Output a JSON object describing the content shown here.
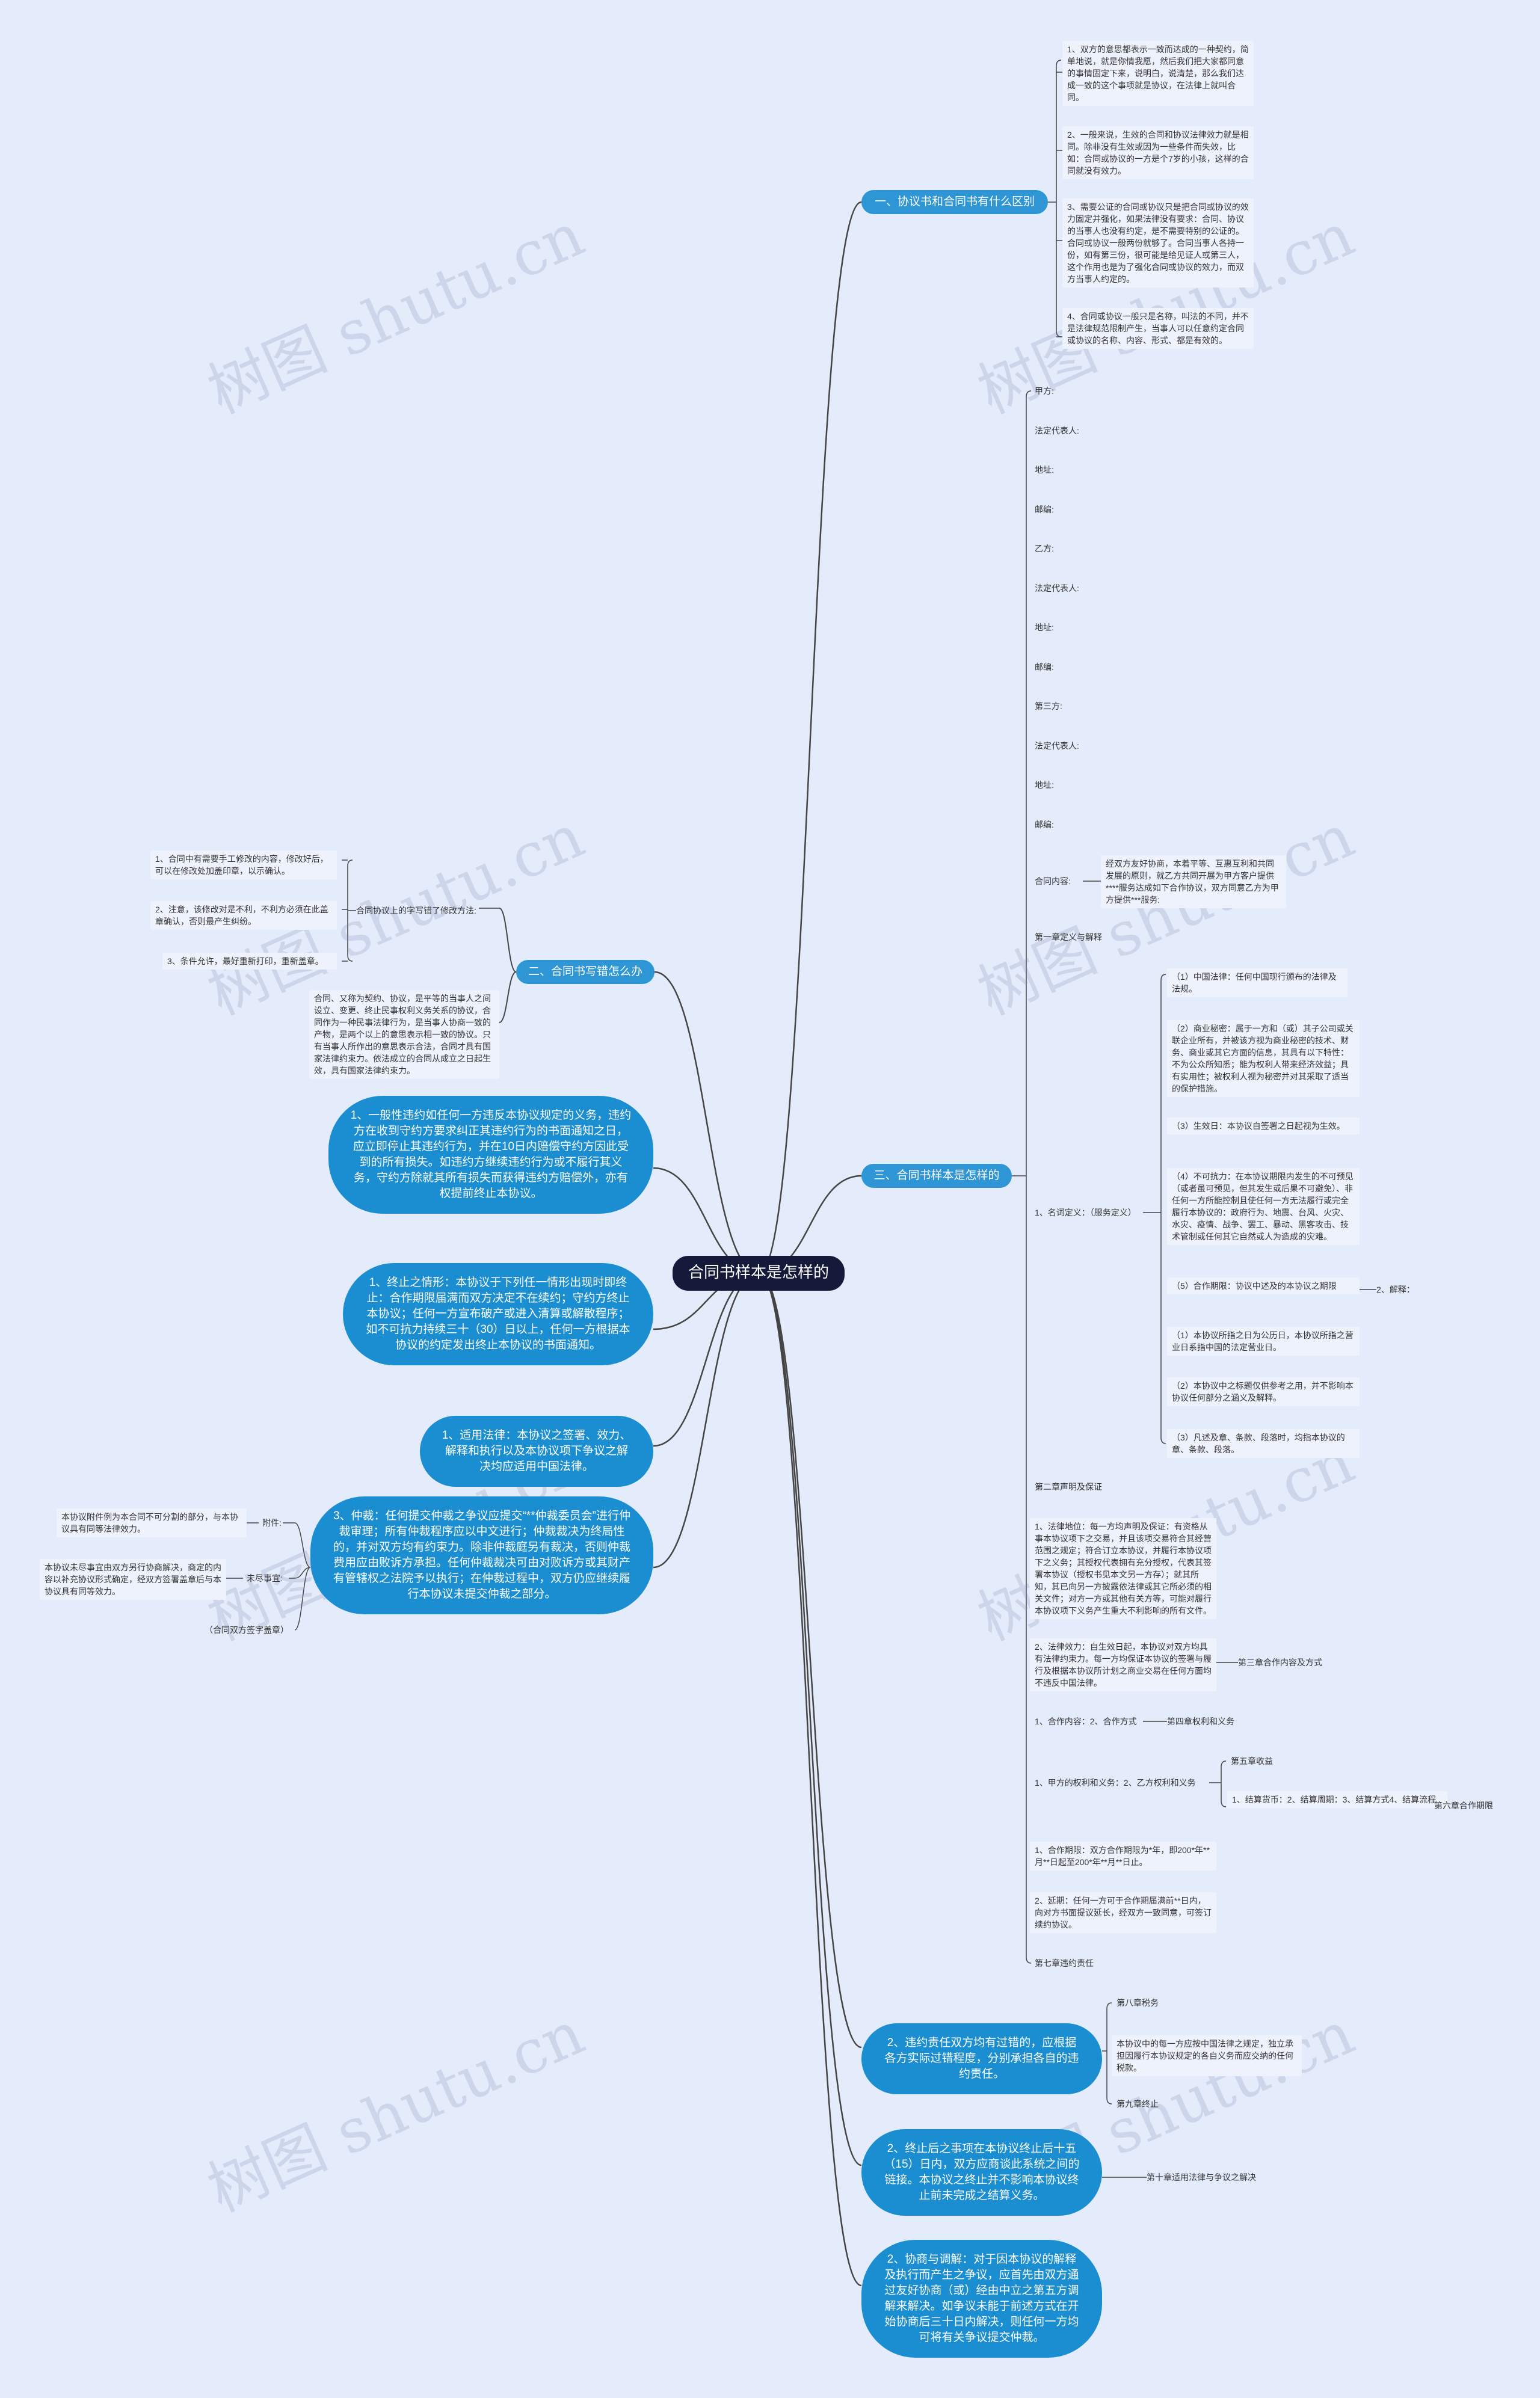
{
  "root": "合同书样本是怎样的",
  "watermark": "树图 shutu.cn",
  "colors": {
    "background": "#e4ebfb",
    "root": "#161a3a",
    "branch": "#2e96d4",
    "line": "#444444"
  },
  "branches": {
    "b1": {
      "title": "一、协议书和合同书有什么区别",
      "items": [
        "1、双方的意思都表示一致而达成的一种契约，简单地说，就是你情我愿，然后我们把大家都同意的事情固定下来，说明白，说清楚，那么我们达成一致的这个事项就是协议，在法律上就叫合同。",
        "2、一般来说，生效的合同和协议法律效力就是相同。除非没有生效或因为一些条件而失效，比如：合同或协议的一方是个7岁的小孩，这样的合同就没有效力。",
        "3、需要公证的合同或协议只是把合同或协议的效力固定并强化，如果法律没有要求：合同、协议的当事人也没有约定，是不需要特别的公证的。合同或协议一般两份就够了。合同当事人各持一份，如有第三份，很可能是给见证人或第三人，这个作用也是为了强化合同或协议的效力，而双方当事人约定的。",
        "4、合同或协议一般只是名称，叫法的不同，并不是法律规范限制产生，当事人可以任意约定合同或协议的名称、内容、形式、都是有效的。"
      ]
    },
    "b2": {
      "title": "二、合同书写错怎么办",
      "sub": "合同协议上的字写错了修改方法:",
      "items": [
        "1、合同中有需要手工修改的内容，修改好后，可以在修改处加盖印章，以示确认。",
        "2、注意，该修改对是不利，不利方必须在此盖章确认，否则最产生纠纷。",
        "3、条件允许，最好重新打印，重新盖章。"
      ],
      "note": "合同、又称为契约、协议，是平等的当事人之间设立、变更、终止民事权利义务关系的协议，合同作为一种民事法律行为，是当事人协商一致的产物，是两个以上的意思表示相一致的协议。只有当事人所作出的意思表示合法，合同才具有国家法律约束力。依法成立的合同从成立之日起生效，具有国家法律约束力。"
    },
    "b3": {
      "title": "三、合同书样本是怎样的",
      "fields": [
        "甲方:",
        "法定代表人:",
        "地址:",
        "邮编:",
        "乙方:",
        "法定代表人:",
        "地址:",
        "邮编:",
        "第三方:",
        "法定代表人:",
        "地址:",
        "邮编:"
      ],
      "content_label": "合同内容:",
      "content_text": "经双方友好协商，本着平等、互惠互利和共同发展的原则，就乙方共同开展为甲方客户提供****服务达成如下合作协议，双方同意乙方为甲方提供***服务:",
      "ch1": "第一章定义与解释",
      "def_label": "1、名词定义：（服务定义）",
      "defs": [
        "（1）中国法律：任何中国现行颁布的法律及法规。",
        "（2）商业秘密：属于一方和（或）其子公司或关联企业所有，并被该方视为商业秘密的技术、财务、商业或其它方面的信息，其具有以下特性：不为公众所知悉；能为权利人带来经济效益；具有实用性；被权利人视为秘密并对其采取了适当的保护措施。",
        "（3）生效日：本协议自签署之日起视为生效。",
        "（4）不可抗力：在本协议期限内发生的不可预见（或者虽可预见，但其发生或后果不可避免）、非任何一方所能控制且使任何一方无法履行或完全履行本协议的：政府行为、地震、台风、火灾、水灾、疫情、战争、罢工、暴动、黑客攻击、技术管制或任何其它自然或人为造成的灾难。",
        "（5）合作期限：协议中述及的本协议之期限",
        "（1）本协议所指之日为公历日，本协议所指之营业日系指中国的法定营业日。",
        "（2）本协议中之标题仅供参考之用，并不影响本协议任何部分之涵义及解释。",
        "（3）凡述及章、条款、段落时，均指本协议的章、条款、段落。"
      ],
      "explain": "2、解释：",
      "ch2": "第二章声明及保证",
      "c2_text": "1、法律地位：每一方均声明及保证：有资格从事本协议项下之交易，并且该项交易符合其经营范围之规定；符合订立本协议，并履行本协议项下之义务；其授权代表拥有充分授权，代表其签署本协议（授权书见本文另一方存）；就其所知，其已向另一方披露依法律或其它所必须的相关文件；对方一方或其他有关方等，可能对履行本协议项下义务产生重大不利影响的所有文件。",
      "c2_text2": "2、法律效力：自生效日起，本协议对双方均具有法律约束力。每一方均保证本协议的签署与履行及根据本协议所计划之商业交易在任何方面均不违反中国法律。",
      "ch3": "第三章合作内容及方式",
      "c3_text": "1、合作内容：2、合作方式",
      "ch4": "第四章权利和义务",
      "c4_text": "1、甲方的权利和义务：2、乙方权利和义务",
      "ch5": "第五章收益",
      "c5_text": "1、结算货币：2、结算周期：3、结算方式4、结算流程",
      "ch6": "第六章合作期限",
      "c6_text": "1、合作期限：双方合作期限为*年，即200*年**月**日起至200*年**月**日止。",
      "c6_text2": "2、延期：任何一方可于合作期届满前**日内，向对方书面提议延长，经双方一致同意，可签订续约协议。",
      "ch7": "第七章违约责任"
    },
    "l_breach": {
      "title": "2、违约责任双方均有过错的，应根据各方实际过错程度，分别承担各自的违约责任。",
      "ch8": "第八章税务",
      "ch8_text": "本协议中的每一方应按中国法律之规定，独立承担因履行本协议规定的各自义务而应交纳的任何税款。",
      "ch9": "第九章终止"
    },
    "l_term": {
      "title": "2、终止后之事项在本协议终止后十五（15）日内，双方应商谈此系统之间的链接。本协议之终止并不影响本协议终止前未完成之结算义务。",
      "ch10": "第十章适用法律与争议之解决"
    },
    "l_consult": "2、协商与调解：对于因本协议的解释及执行而产生之争议，应首先由双方通过友好协商（或）经由中立之第五方调解来解决。如争议未能于前述方式在开始协商后三十日内解决，则任何一方均可将有关争议提交仲裁。",
    "r1": "1、一般性违约如任何一方违反本协议规定的义务，违约方在收到守约方要求纠正其违约行为的书面通知之日，应立即停止其违约行为，并在10日内赔偿守约方因此受到的所有损失。如违约方继续违约行为或不履行其义务，守约方除就其所有损失而获得违约方赔偿外，亦有权提前终止本协议。",
    "r2": "1、终止之情形：本协议于下列任一情形出现时即终止：合作期限届满而双方决定不在续约；守约方终止本协议；任何一方宣布破产或进入清算或解散程序；如不可抗力持续三十（30）日以上，任何一方根据本协议的约定发出终止本协议的书面通知。",
    "r3": "1、适用法律：本协议之签署、效力、解释和执行以及本协议项下争议之解决均应适用中国法律。",
    "r4": {
      "title": "3、仲裁：任何提交仲裁之争议应提交“**仲裁委员会”进行仲裁审理；所有仲裁程序应以中文进行；仲裁裁决为终局性的，并对双方均有约束力。除非仲裁庭另有裁决，否则仲裁费用应由败诉方承担。任何仲裁裁决可由对败诉方或其财产有管辖权之法院予以执行；在仲裁过程中，双方仍应继续履行本协议未提交仲裁之部分。",
      "attach_label": "附件:",
      "attach_text": "本协议附件例为本合同不可分割的部分，与本协议具有同等法律效力。",
      "pending_label": "未尽事宜:",
      "pending_text": "本协议未尽事宜由双方另行协商解决，商定的内容以补充协议形式确定，经双方签署盖章后与本协议具有同等效力。",
      "sign": "（合同双方签字盖章）"
    }
  }
}
